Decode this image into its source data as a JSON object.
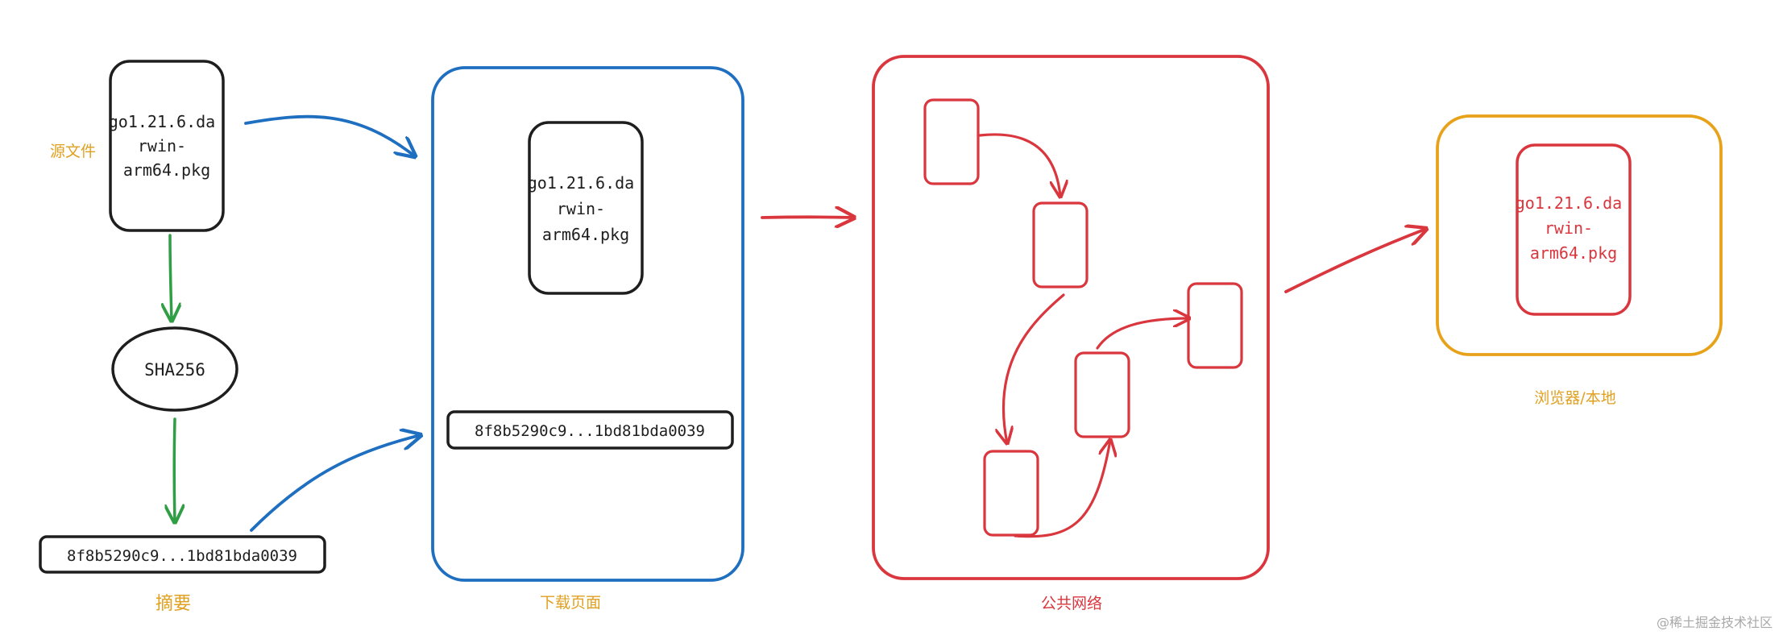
{
  "source": {
    "label": "源文件",
    "file_lines": [
      "go1.21.6.da",
      "rwin-",
      "arm64.pkg"
    ]
  },
  "hash": {
    "algorithm": "SHA256"
  },
  "digest": {
    "value": "8f8b5290c9...1bd81bda0039",
    "label": "摘要"
  },
  "download_page": {
    "label": "下载页面",
    "file_lines": [
      "go1.21.6.da",
      "rwin-",
      "arm64.pkg"
    ],
    "digest": "8f8b5290c9...1bd81bda0039"
  },
  "network": {
    "label": "公共网络"
  },
  "browser": {
    "label": "浏览器/本地",
    "file_lines": [
      "go1.21.6.da",
      "rwin-",
      "arm64.pkg"
    ]
  },
  "watermark": "@稀土掘金技术社区",
  "colors": {
    "black": "#1e1e1e",
    "blue": "#1f6fc1",
    "green": "#2f9e44",
    "red": "#d9363e",
    "orange": "#e8a21a",
    "label_orange": "#e0a020"
  }
}
